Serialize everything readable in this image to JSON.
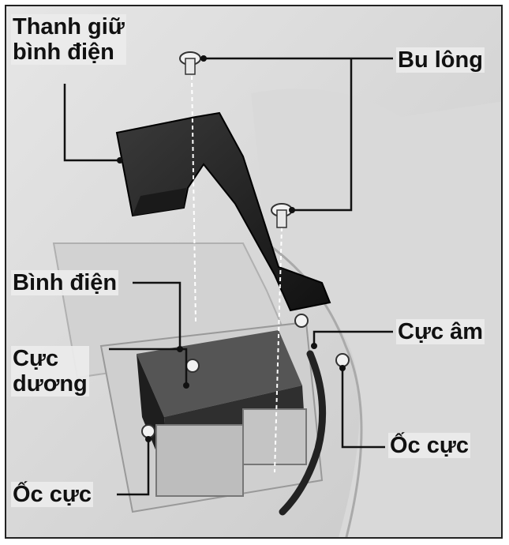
{
  "labels": {
    "battery_holder": "Thanh giữ\nbình điện",
    "bolt": "Bu lông",
    "battery": "Bình điện",
    "positive_terminal": "Cực\ndương",
    "negative_terminal": "Cực âm",
    "terminal_nut_right": "Ốc cực",
    "terminal_nut_left": "Ốc cực"
  }
}
